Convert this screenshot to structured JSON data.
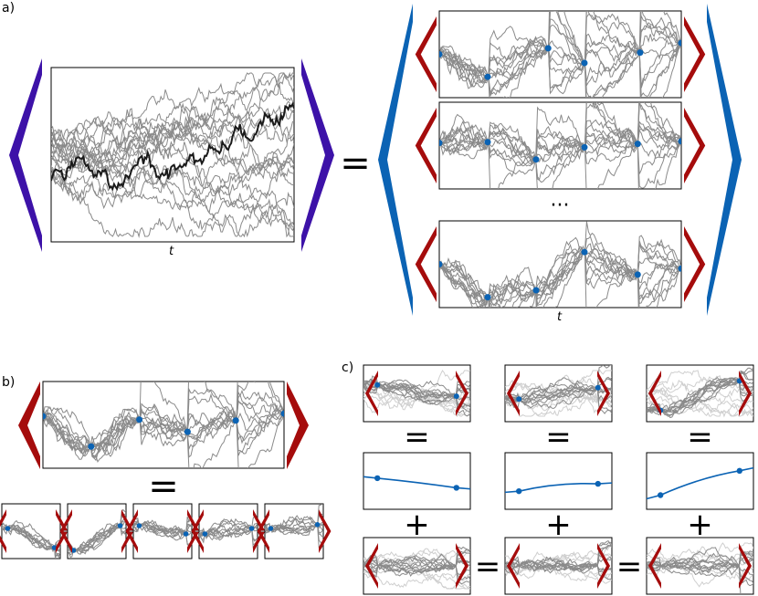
{
  "panels": {
    "a_label": "a)",
    "b_label": "b)",
    "c_label": "c)"
  },
  "axis": {
    "t_left": "t",
    "t_right": "t"
  },
  "symbols": {
    "equals": "=",
    "plus": "+",
    "ellipsis": "···"
  },
  "colors": {
    "path_gray": "#8a8a8a",
    "path_light": "#cfcfcf",
    "highlight_black": "#1a1a1a",
    "pin_blue": "#0b63b4",
    "bracket_purple": "#3d12a8",
    "bracket_blue": "#0b63b4",
    "bracket_red": "#a50c0c"
  }
}
